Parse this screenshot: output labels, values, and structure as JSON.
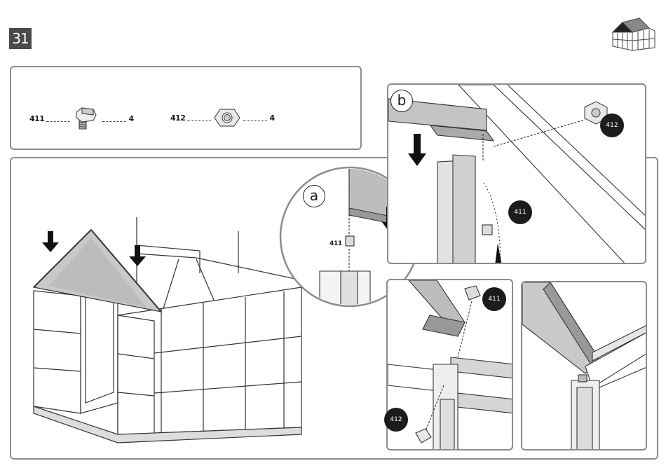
{
  "step_number": "31",
  "parts": [
    {
      "code": "411",
      "qty": "4",
      "icon": "bolt-icon"
    },
    {
      "code": "412",
      "qty": "4",
      "icon": "hex-nut-icon"
    }
  ],
  "detail_a": {
    "letter": "a",
    "part_label": "411"
  },
  "detail_b": {
    "letter": "b",
    "badge_top": "412",
    "badge_mid": "411"
  },
  "detail_c": {
    "badge_top": "411",
    "badge_bottom": "412"
  },
  "colors": {
    "panel_border": "#8c8c8c",
    "badge_bg": "#1c1c1c",
    "step_badge": "#4a4a4a",
    "glass": "#c9c9c9"
  }
}
